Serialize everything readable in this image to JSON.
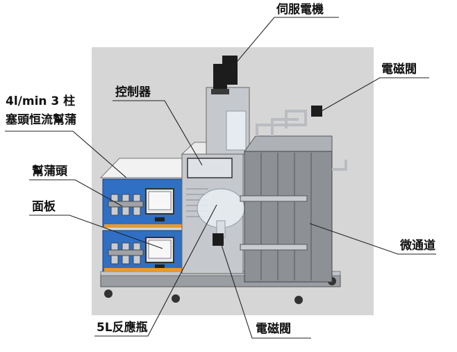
{
  "labels": {
    "servo_motor": "伺服電機",
    "solenoid_valve_top": "電磁閥",
    "controller": "控制器",
    "pump_spec_line1": "4l/min 3 柱",
    "pump_spec_line2": "塞頭恒流幫蒲",
    "pump_head": "幫蒲頭",
    "panel": "面板",
    "microchannel": "微通道",
    "reaction_bottle": "5L反應瓶",
    "solenoid_valve_bottom": "電磁閥"
  },
  "colors": {
    "backdrop": "#d6d6d6",
    "pump_blue": "#2f6fc4",
    "cabinet_white": "#efefef",
    "steel": "#b9bcc0",
    "channel_dark": "#8d9196",
    "motor_black": "#1c1c1c",
    "accent_orange": "#e69a2e",
    "leader_line": "#222222"
  }
}
